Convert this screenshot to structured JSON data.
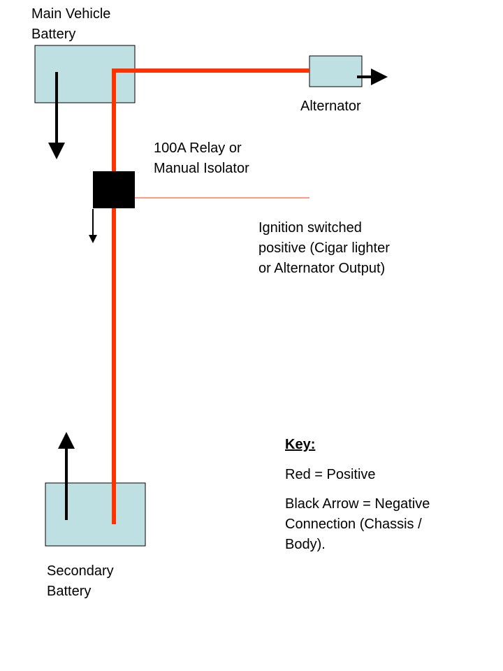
{
  "labels": {
    "main_battery": [
      "Main Vehicle",
      "Battery"
    ],
    "alternator": "Alternator",
    "relay": [
      "100A Relay or",
      "Manual Isolator"
    ],
    "ignition": [
      "Ignition switched",
      "positive (Cigar lighter",
      "or Alternator Output)"
    ],
    "secondary_battery": [
      "Secondary",
      "Battery"
    ]
  },
  "key": {
    "title": "Key:",
    "red": "Red = Positive",
    "black": [
      "Black Arrow = Negative",
      "Connection (Chassis /",
      "Body)."
    ]
  },
  "colors": {
    "battery_fill": "#bfe0e3",
    "positive_wire": "#ff3300",
    "relay": "#000000",
    "negative_arrow": "#000000"
  }
}
